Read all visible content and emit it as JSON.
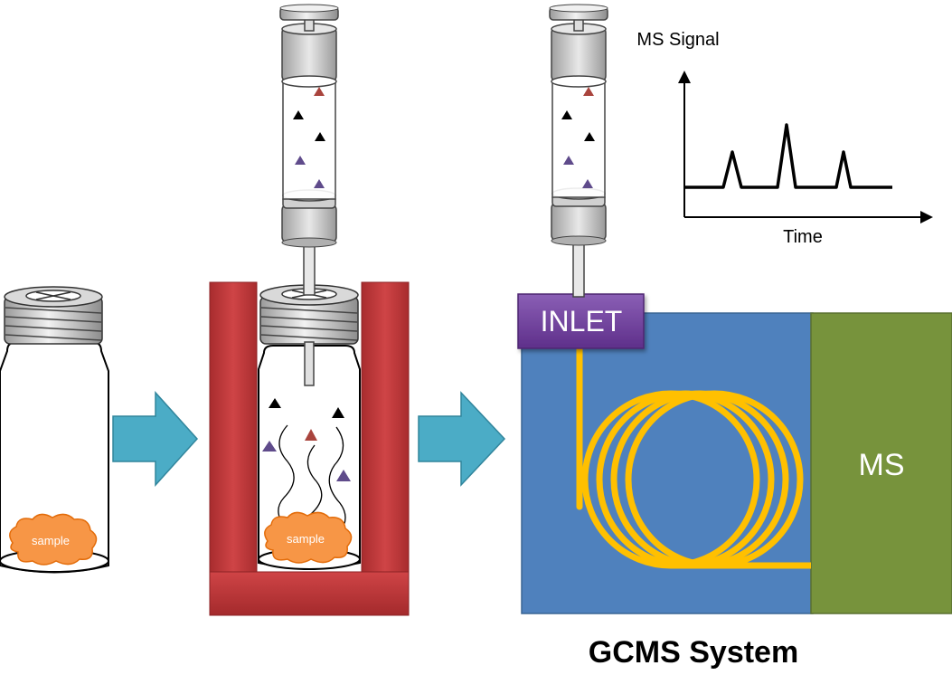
{
  "labels": {
    "sample_left": "sample",
    "sample_middle": "sample",
    "inlet": "INLET",
    "ms_box": "MS",
    "ms_signal_axis": "MS Signal",
    "time_axis": "Time",
    "system_caption": "GCMS System"
  },
  "colors": {
    "heater_red": "#c0393b",
    "gc_blue": "#4f81bd",
    "ms_green": "#77933c",
    "inlet_purple": "#7030a0",
    "column_yellow": "#ffc000",
    "arrow_teal": "#4bacc6",
    "sample_orange": "#f79646",
    "analyte_black": "#000000",
    "analyte_red": "#a9443d",
    "analyte_purple": "#5f4b8b"
  }
}
